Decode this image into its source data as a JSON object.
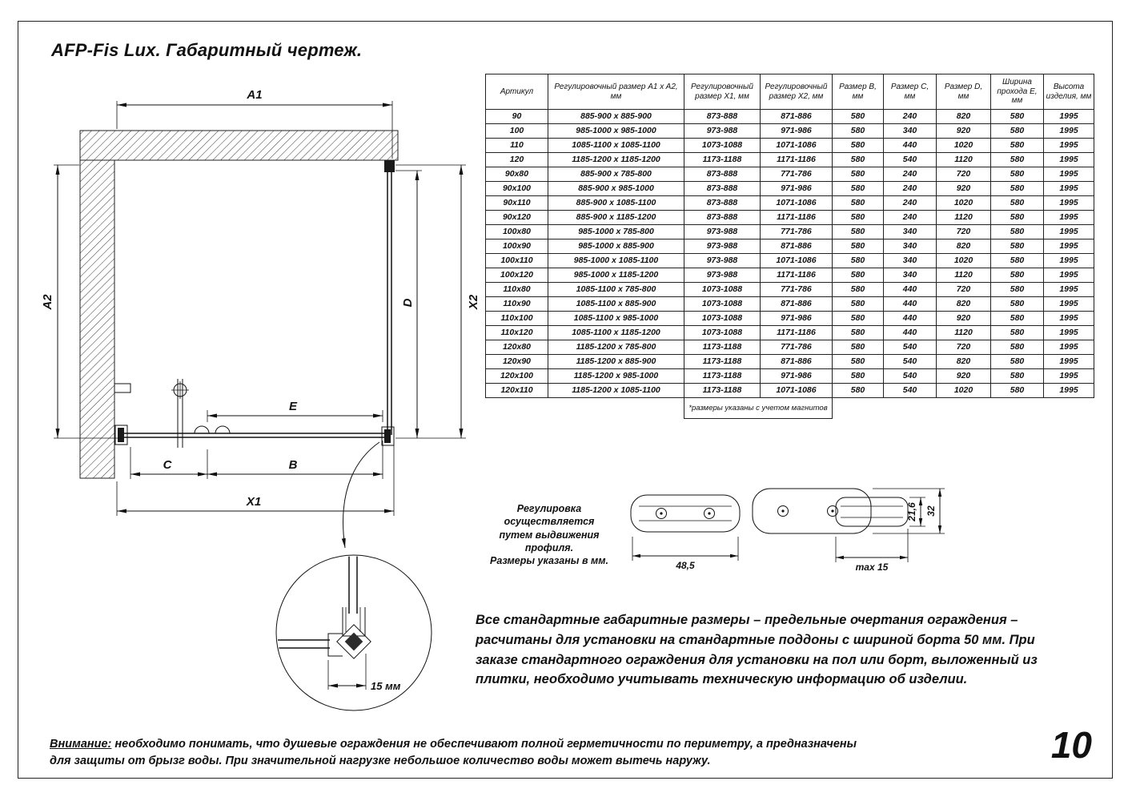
{
  "page": {
    "title": "AFP-Fis Lux. Габаритный чертеж.",
    "page_number": "10"
  },
  "drawing": {
    "dim_labels": {
      "a1": "A1",
      "a2": "A2",
      "x1": "X1",
      "x2": "X2",
      "b": "B",
      "c": "C",
      "d": "D",
      "e": "E"
    },
    "detail_dim": "15 мм"
  },
  "table": {
    "headers": [
      "Артикул",
      "Регулировочный размер A1 x A2, мм",
      "Регулировочный размер X1, мм",
      "Регулировочный размер X2, мм",
      "Размер B, мм",
      "Размер C, мм",
      "Размер D, мм",
      "Ширина прохода E, мм",
      "Высота изделия, мм"
    ],
    "rows": [
      [
        "90",
        "885-900 x 885-900",
        "873-888",
        "871-886",
        "580",
        "240",
        "820",
        "580",
        "1995"
      ],
      [
        "100",
        "985-1000 x 985-1000",
        "973-988",
        "971-986",
        "580",
        "340",
        "920",
        "580",
        "1995"
      ],
      [
        "110",
        "1085-1100 x 1085-1100",
        "1073-1088",
        "1071-1086",
        "580",
        "440",
        "1020",
        "580",
        "1995"
      ],
      [
        "120",
        "1185-1200 x 1185-1200",
        "1173-1188",
        "1171-1186",
        "580",
        "540",
        "1120",
        "580",
        "1995"
      ],
      [
        "90x80",
        "885-900 x 785-800",
        "873-888",
        "771-786",
        "580",
        "240",
        "720",
        "580",
        "1995"
      ],
      [
        "90x100",
        "885-900 x 985-1000",
        "873-888",
        "971-986",
        "580",
        "240",
        "920",
        "580",
        "1995"
      ],
      [
        "90x110",
        "885-900 x 1085-1100",
        "873-888",
        "1071-1086",
        "580",
        "240",
        "1020",
        "580",
        "1995"
      ],
      [
        "90x120",
        "885-900 x 1185-1200",
        "873-888",
        "1171-1186",
        "580",
        "240",
        "1120",
        "580",
        "1995"
      ],
      [
        "100x80",
        "985-1000 x 785-800",
        "973-988",
        "771-786",
        "580",
        "340",
        "720",
        "580",
        "1995"
      ],
      [
        "100x90",
        "985-1000 x 885-900",
        "973-988",
        "871-886",
        "580",
        "340",
        "820",
        "580",
        "1995"
      ],
      [
        "100x110",
        "985-1000 x 1085-1100",
        "973-988",
        "1071-1086",
        "580",
        "340",
        "1020",
        "580",
        "1995"
      ],
      [
        "100x120",
        "985-1000 x 1185-1200",
        "973-988",
        "1171-1186",
        "580",
        "340",
        "1120",
        "580",
        "1995"
      ],
      [
        "110x80",
        "1085-1100 x 785-800",
        "1073-1088",
        "771-786",
        "580",
        "440",
        "720",
        "580",
        "1995"
      ],
      [
        "110x90",
        "1085-1100 x 885-900",
        "1073-1088",
        "871-886",
        "580",
        "440",
        "820",
        "580",
        "1995"
      ],
      [
        "110x100",
        "1085-1100 x 985-1000",
        "1073-1088",
        "971-986",
        "580",
        "440",
        "920",
        "580",
        "1995"
      ],
      [
        "110x120",
        "1085-1100 x 1185-1200",
        "1073-1088",
        "1171-1186",
        "580",
        "440",
        "1120",
        "580",
        "1995"
      ],
      [
        "120x80",
        "1185-1200 x 785-800",
        "1173-1188",
        "771-786",
        "580",
        "540",
        "720",
        "580",
        "1995"
      ],
      [
        "120x90",
        "1185-1200 x 885-900",
        "1173-1188",
        "871-886",
        "580",
        "540",
        "820",
        "580",
        "1995"
      ],
      [
        "120x100",
        "1185-1200 x 985-1000",
        "1173-1188",
        "971-986",
        "580",
        "540",
        "920",
        "580",
        "1995"
      ],
      [
        "120x110",
        "1185-1200 x 1085-1100",
        "1173-1188",
        "1071-1086",
        "580",
        "540",
        "1020",
        "580",
        "1995"
      ]
    ],
    "footnote": "*размеры указаны с учетом магнитов"
  },
  "adjustment_note": "Регулировка осуществляется\nпутем выдвижения профиля.\nРазмеры указаны в мм.",
  "profile_detail": {
    "width": "48,5",
    "extension": "max 15",
    "inner_height": "21,6",
    "outer_height": "32"
  },
  "info_paragraph": "Все стандартные габаритные размеры – предельные очертания ограждения – расчитаны для установки на стандартные поддоны с шириной борта 50 мм. При заказе стандартного ограждения для установки на пол или борт, выложенный из плитки, необходимо учитывать техническую информацию об изделии.",
  "warning": {
    "label": "Внимание:",
    "text": " необходимо понимать, что душевые ограждения не обеспечивают полной герметичности по периметру, а предназначены для защиты от брызг воды. При значительной нагрузке небольшое количество воды может вытечь наружу."
  }
}
